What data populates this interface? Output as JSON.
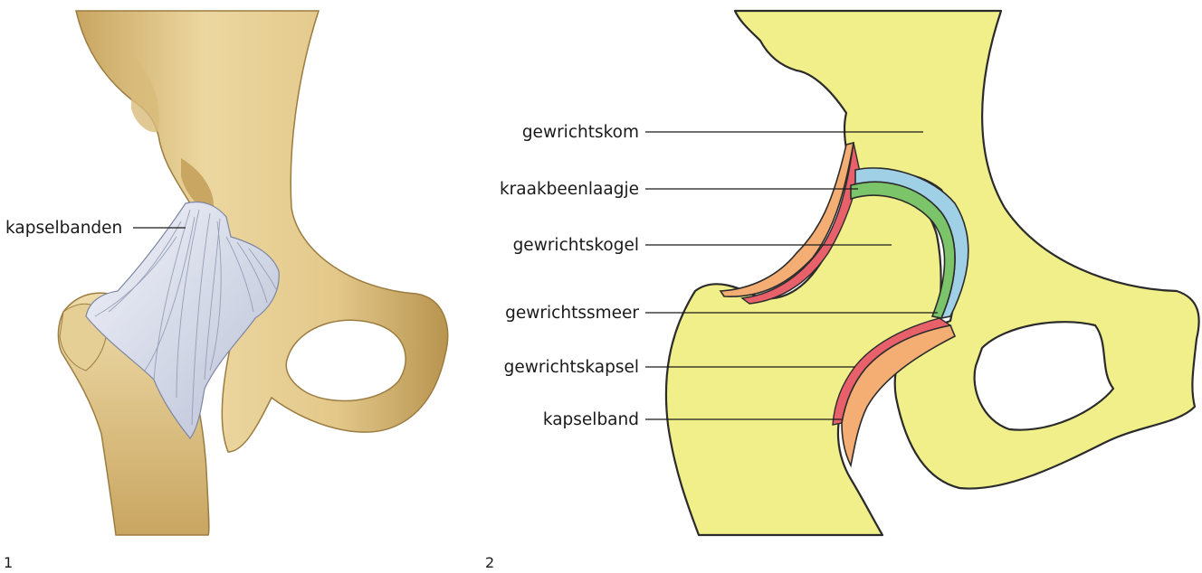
{
  "figure1": {
    "number": "1",
    "labels": {
      "ligaments": "kapselbanden"
    },
    "colors": {
      "bone": "#e9d29b",
      "bone_shade": "#c8a866",
      "bone_dark": "#a88746",
      "ligament": "#dfe3ee",
      "ligament_line": "#8c94ad"
    }
  },
  "figure2": {
    "number": "2",
    "labels": {
      "socket": "gewrichtskom",
      "cartilage": "kraakbeenlaagje",
      "head": "gewrichtskogel",
      "synovial_fluid": "gewrichtssmeer",
      "capsule": "gewrichtskapsel",
      "ligament": "kapselband"
    },
    "colors": {
      "bone": "#f0ef8a",
      "cartilage": "#7cc46a",
      "fluid": "#9fd0e6",
      "capsule": "#e8616a",
      "ligament": "#f4ae74"
    }
  }
}
